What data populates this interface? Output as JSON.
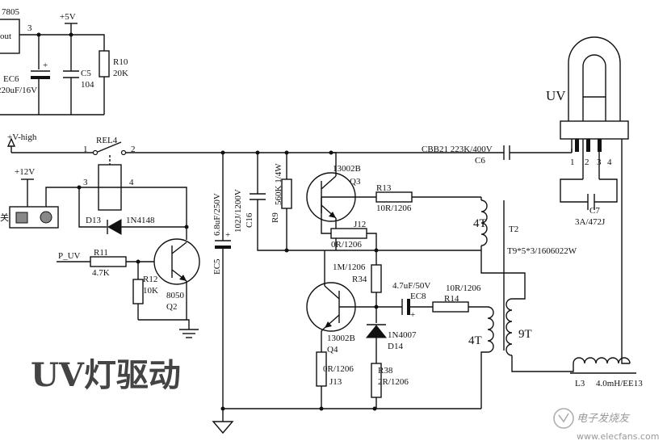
{
  "title": "UV灯驱动",
  "watermark": {
    "brand": "电子发烧友",
    "url": "www.elecfans.com"
  },
  "labels": {
    "u_7805": "7805",
    "u_out": "out",
    "pin3": "3",
    "ec6": "EC6",
    "ec6_val": "220uF/16V",
    "c5": "C5",
    "c5_val": "104",
    "r10": "R10",
    "r10_val": "20K",
    "v5": "+5V",
    "vhigh": "+V-high",
    "v12": "+12V",
    "kai": "关",
    "rel4": "REL4",
    "rel_p1": "1",
    "rel_p2": "2",
    "rel_p3": "3",
    "rel_p4": "4",
    "d13": "D13",
    "d13_val": "1N4148",
    "p_uv": "P_UV",
    "r11": "R11",
    "r11_val": "4.7K",
    "r12": "R12",
    "r12_val": "10K",
    "q2_type": "8050",
    "q2": "Q2",
    "ec5": "EC5",
    "ec5_val": "6.8uF/250V",
    "c16": "C16",
    "c16_val": "102J/1200V",
    "r9": "R9",
    "r9_val": "560K 1/4W",
    "q3_type": "13002B",
    "q3": "Q3",
    "r13": "R13",
    "r13_val": "10R/1206",
    "j12": "J12",
    "j12_val": "0R/1206",
    "r34": "R34",
    "r34_val": "1M/1206",
    "ec8": "EC8",
    "ec8_val": "4.7uF/50V",
    "r14": "R14",
    "r14_val": "10R/1206",
    "q4_type": "13002B",
    "q4": "Q4",
    "d14": "D14",
    "d14_val": "1N4007",
    "j13": "J13",
    "j13_val": "0R/1206",
    "r38": "R38",
    "r38_val": "2R/1206",
    "cbb": "CBB21 223K/400V",
    "c6": "C6",
    "t2": "T2",
    "t2_spec": "T9*5*3/1606022W",
    "w4t_top": "4T",
    "w4t_bot": "4T",
    "w9t": "9T",
    "l3": "L3",
    "l3_val": "4.0mH/EE13",
    "uv": "UV",
    "lamp_p1": "1",
    "lamp_p2": "2",
    "lamp_p3": "3",
    "lamp_p4": "4",
    "c7": "C7",
    "c7_val": "3A/472J",
    "plus": "+"
  }
}
